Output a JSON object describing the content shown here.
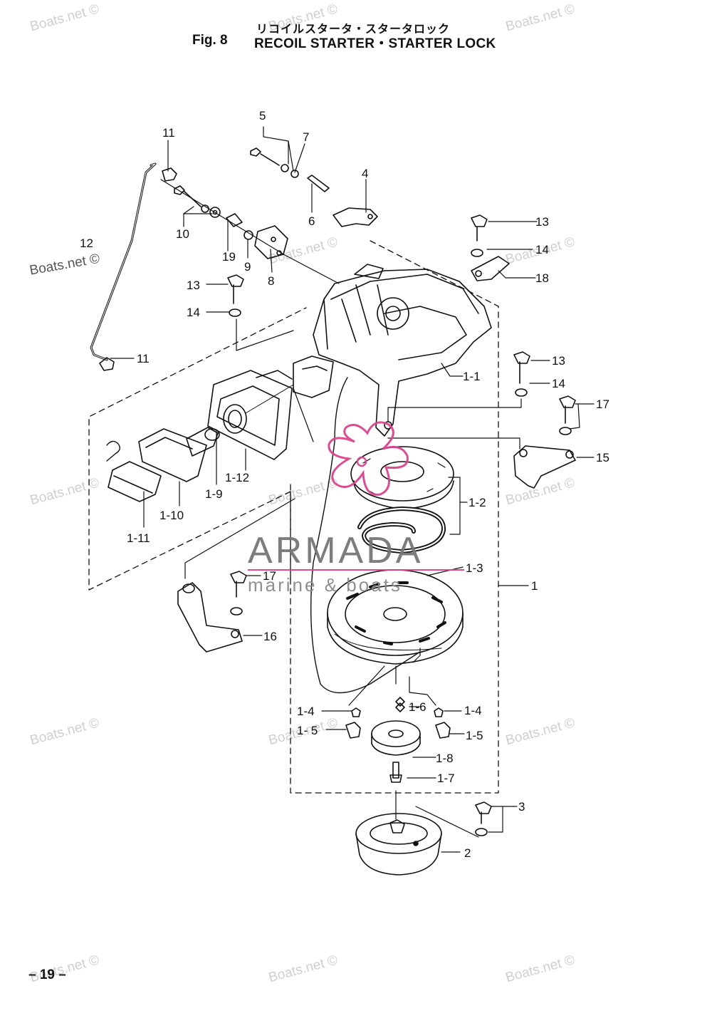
{
  "header": {
    "japanese_title": "リコイルスタータ・スタータロック",
    "figure": "Fig. 8",
    "title": "RECOIL STARTER・STARTER LOCK"
  },
  "page_number": "– 19 –",
  "watermarks": [
    "Boats.net ©"
  ],
  "brand": {
    "name": "ARMADA",
    "tagline": "marine & boats",
    "accent_color": "#d9448f"
  },
  "callouts": [
    {
      "id": "c-5",
      "label": "5"
    },
    {
      "id": "c-7",
      "label": "7"
    },
    {
      "id": "c-11a",
      "label": "11"
    },
    {
      "id": "c-4",
      "label": "4"
    },
    {
      "id": "c-10",
      "label": "10"
    },
    {
      "id": "c-6",
      "label": "6"
    },
    {
      "id": "c-13a",
      "label": "13"
    },
    {
      "id": "c-12",
      "label": "12"
    },
    {
      "id": "c-19",
      "label": "19"
    },
    {
      "id": "c-9",
      "label": "9"
    },
    {
      "id": "c-8",
      "label": "8"
    },
    {
      "id": "c-14a",
      "label": "14"
    },
    {
      "id": "c-18",
      "label": "18"
    },
    {
      "id": "c-13b",
      "label": "13"
    },
    {
      "id": "c-14b",
      "label": "14"
    },
    {
      "id": "c-11b",
      "label": "11"
    },
    {
      "id": "c-1-1",
      "label": "1-1"
    },
    {
      "id": "c-13c",
      "label": "13"
    },
    {
      "id": "c-14c",
      "label": "14"
    },
    {
      "id": "c-17a",
      "label": "17"
    },
    {
      "id": "c-15",
      "label": "15"
    },
    {
      "id": "c-1-12",
      "label": "1-12"
    },
    {
      "id": "c-1-9",
      "label": "1-9"
    },
    {
      "id": "c-1-10",
      "label": "1-10"
    },
    {
      "id": "c-1-11",
      "label": "1-11"
    },
    {
      "id": "c-1-2",
      "label": "1-2"
    },
    {
      "id": "c-1-3",
      "label": "1-3"
    },
    {
      "id": "c-1",
      "label": "1"
    },
    {
      "id": "c-17b",
      "label": "17"
    },
    {
      "id": "c-16",
      "label": "16"
    },
    {
      "id": "c-1-6",
      "label": "1-6"
    },
    {
      "id": "c-1-4a",
      "label": "1-4"
    },
    {
      "id": "c-1-4b",
      "label": "1-4"
    },
    {
      "id": "c-1-5a",
      "label": "1- 5"
    },
    {
      "id": "c-1-5b",
      "label": "1-5"
    },
    {
      "id": "c-1-8",
      "label": "1-8"
    },
    {
      "id": "c-1-7",
      "label": "1-7"
    },
    {
      "id": "c-3",
      "label": "3"
    },
    {
      "id": "c-2",
      "label": "2"
    }
  ]
}
